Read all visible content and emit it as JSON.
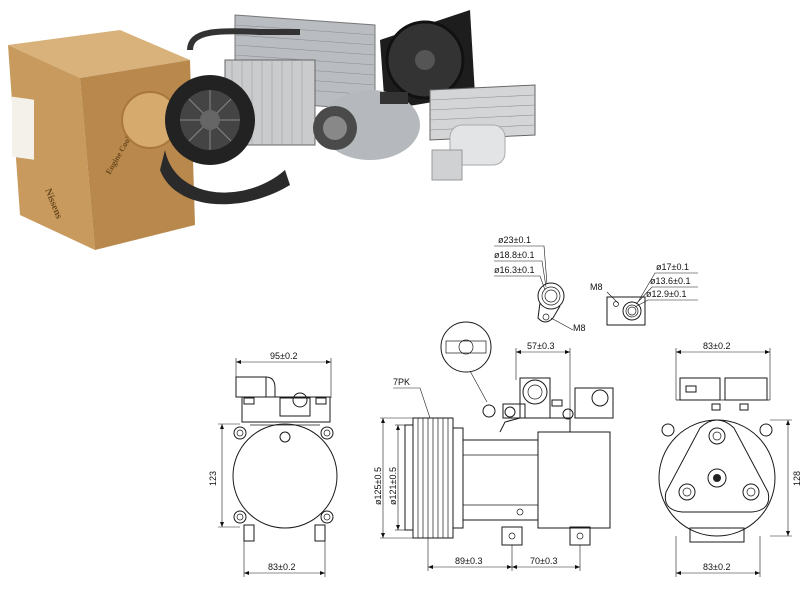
{
  "product_photo": {
    "box_brand": "Nissens",
    "box_slogan": "Engine Cooling & Climate"
  },
  "drawing": {
    "fitting_left": {
      "d1": "ø23±0.1",
      "d2": "ø18.8±0.1",
      "d3": "ø16.3±0.1",
      "bolt": "M8"
    },
    "fitting_right": {
      "bolt": "M8",
      "d1": "ø17±0.1",
      "d2": "ø13.6±0.1",
      "d3": "ø12.9±0.1"
    },
    "left_view": {
      "top_width": "95±0.2",
      "height": "123",
      "bottom_width": "83±0.2"
    },
    "side_view": {
      "belt": "7PK",
      "top_width": "57±0.3",
      "pulley_outer": "ø125±0.5",
      "pulley_inner": "ø121±0.5",
      "bottom_left": "89±0.3",
      "bottom_right": "70±0.3"
    },
    "right_view": {
      "top_width": "83±0.2",
      "height": "128",
      "bottom_width": "83±0.2"
    }
  }
}
